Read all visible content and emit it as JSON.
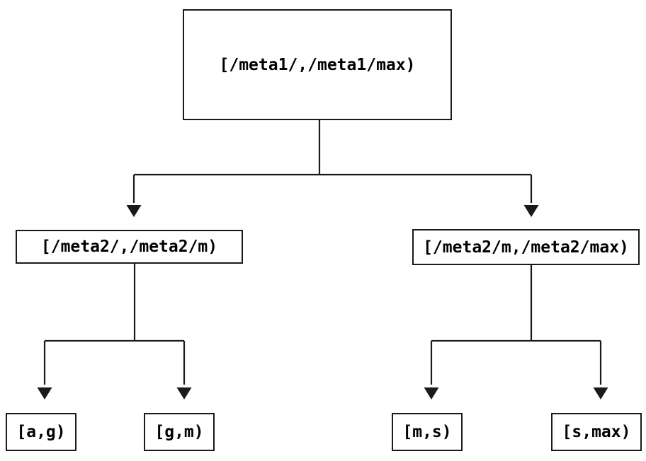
{
  "tree": {
    "label": "[/meta1/,/meta1/max)",
    "children": [
      {
        "label": "[/meta2/,/meta2/m)",
        "children": [
          {
            "label": "[a,g)"
          },
          {
            "label": "[g,m)"
          }
        ]
      },
      {
        "label": "[/meta2/m,/meta2/max)",
        "children": [
          {
            "label": "[m,s)"
          },
          {
            "label": "[s,max)"
          }
        ]
      }
    ]
  },
  "colors": {
    "line": "#1a1a1a",
    "box_border": "#1a1a1a",
    "text": "#000000",
    "background": "#ffffff"
  }
}
